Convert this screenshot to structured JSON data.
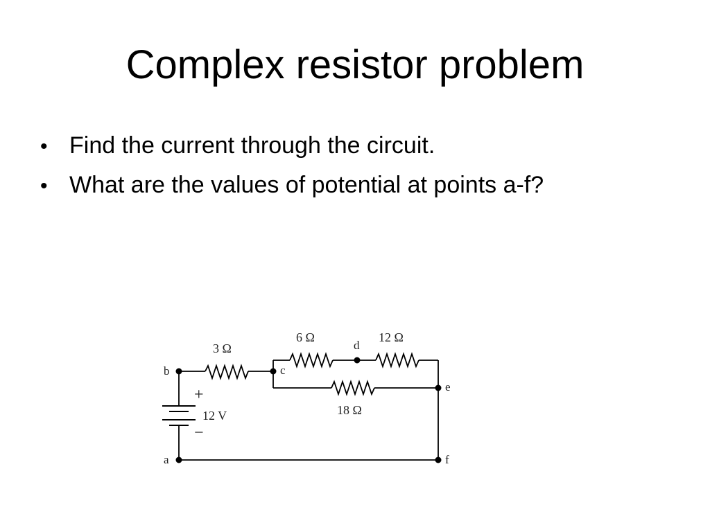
{
  "slide": {
    "title": "Complex resistor problem",
    "bullets": [
      "Find the current through the circuit.",
      "What are the values of potential at points a-f?"
    ]
  },
  "circuit": {
    "resistors": {
      "r1": "3 Ω",
      "r2": "6 Ω",
      "r3": "12 Ω",
      "r4": "18 Ω"
    },
    "battery": {
      "label": "12 V",
      "plus": "+",
      "minus": "−"
    },
    "nodes": {
      "a": "a",
      "b": "b",
      "c": "c",
      "d": "d",
      "e": "e",
      "f": "f"
    }
  },
  "colors": {
    "text": "#000000",
    "background": "#ffffff",
    "wire": "#000000"
  }
}
